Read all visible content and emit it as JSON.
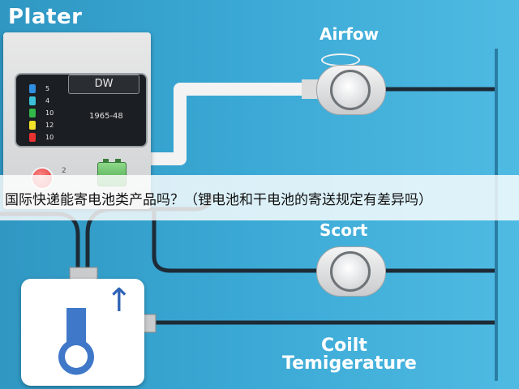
{
  "title": "Plater",
  "controller": {
    "mode_text": "DW",
    "code_text": "1965-48",
    "levels": [
      {
        "label": "5",
        "color": "#2f8fe0"
      },
      {
        "label": "4",
        "color": "#3cc0d8"
      },
      {
        "label": "10",
        "color": "#33b84a"
      },
      {
        "label": "12",
        "color": "#f2e22a"
      },
      {
        "label": "10",
        "color": "#e83232"
      }
    ],
    "button_superscript": "2"
  },
  "gauges": [
    {
      "label": "Airfow"
    },
    {
      "label": "Scort"
    }
  ],
  "sensor": {
    "label_line1": "Coilt",
    "label_line2": "Temigerature",
    "arrow_glyph": "↑"
  },
  "banner": {
    "text": "国际快递能寄电池类产品吗？（锂电池和干电池的寄送规定有差异吗）"
  }
}
